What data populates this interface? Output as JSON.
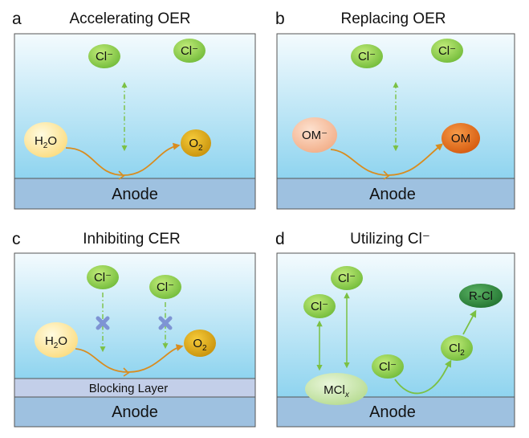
{
  "panels": [
    {
      "letter": "a",
      "title": "Accelerating OER",
      "anode": "Anode",
      "cl_labels": [
        "Cl⁻",
        "Cl⁻"
      ],
      "reactant": {
        "base": "H",
        "sub": "2",
        "tail": "O"
      },
      "product": {
        "base": "O",
        "sub": "2",
        "tail": ""
      }
    },
    {
      "letter": "b",
      "title": "Replacing OER",
      "anode": "Anode",
      "cl_labels": [
        "Cl⁻",
        "Cl⁻"
      ],
      "reactant": {
        "base": "OM⁻",
        "sub": "",
        "tail": ""
      },
      "product": {
        "base": "OM",
        "sub": "",
        "tail": ""
      }
    },
    {
      "letter": "c",
      "title": "Inhibiting CER",
      "anode": "Anode",
      "blocking_layer": "Blocking Layer",
      "cl_labels": [
        "Cl⁻",
        "Cl⁻"
      ],
      "reactant": {
        "base": "H",
        "sub": "2",
        "tail": "O"
      },
      "product": {
        "base": "O",
        "sub": "2",
        "tail": ""
      }
    },
    {
      "letter": "d",
      "title": "Utilizing Cl⁻",
      "anode": "Anode",
      "cl_labels": [
        "Cl⁻",
        "Cl⁻",
        "Cl⁻"
      ],
      "mcl": {
        "base": "MCl",
        "sub": "x"
      },
      "cl2": {
        "base": "Cl",
        "sub": "2"
      },
      "rcl": "R-Cl"
    }
  ],
  "colors": {
    "solution_top": "#f4fbfe",
    "solution_bottom": "#8fd4ef",
    "anode": "#9ec1e0",
    "blocking_layer": "#c3cfe9",
    "cl_bubble": "#8ccf4a",
    "water_bubble": "#fde79a",
    "o2_bubble": "#dca817",
    "om_minus_bubble": "#f7c4a6",
    "om_bubble": "#e86f1e",
    "mcl_bubble": "#cde8b0",
    "rcl_bubble": "#2f8a3f",
    "arrow_orange": "#d98c1e",
    "arrow_green": "#7bc043",
    "block_cross": "#7e94d4"
  },
  "icons": [
    "cross-icon"
  ]
}
